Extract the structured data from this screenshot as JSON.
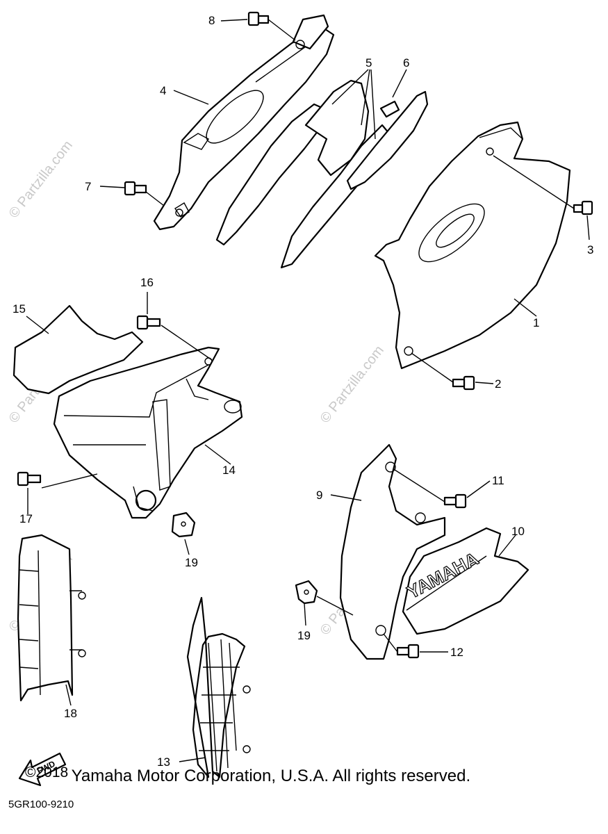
{
  "diagram": {
    "watermark": "© Partzilla.com",
    "part_code": "5GR100-9210",
    "fwd_label": "FWD",
    "brand_decal": "YAMAHA",
    "callouts": [
      {
        "id": "c1",
        "label": "1"
      },
      {
        "id": "c2",
        "label": "2"
      },
      {
        "id": "c3",
        "label": "3"
      },
      {
        "id": "c4",
        "label": "4"
      },
      {
        "id": "c5",
        "label": "5"
      },
      {
        "id": "c6",
        "label": "6"
      },
      {
        "id": "c7",
        "label": "7"
      },
      {
        "id": "c8",
        "label": "8"
      },
      {
        "id": "c9",
        "label": "9"
      },
      {
        "id": "c10",
        "label": "10"
      },
      {
        "id": "c11",
        "label": "11"
      },
      {
        "id": "c12",
        "label": "12"
      },
      {
        "id": "c13",
        "label": "13"
      },
      {
        "id": "c14",
        "label": "14"
      },
      {
        "id": "c15",
        "label": "15"
      },
      {
        "id": "c16",
        "label": "16"
      },
      {
        "id": "c17",
        "label": "17"
      },
      {
        "id": "c18",
        "label": "18"
      },
      {
        "id": "c19a",
        "label": "19"
      },
      {
        "id": "c19b",
        "label": "19"
      }
    ]
  },
  "footer": {
    "year": "©2018",
    "text": "Yamaha Motor Corporation, U.S.A. All rights reserved."
  }
}
